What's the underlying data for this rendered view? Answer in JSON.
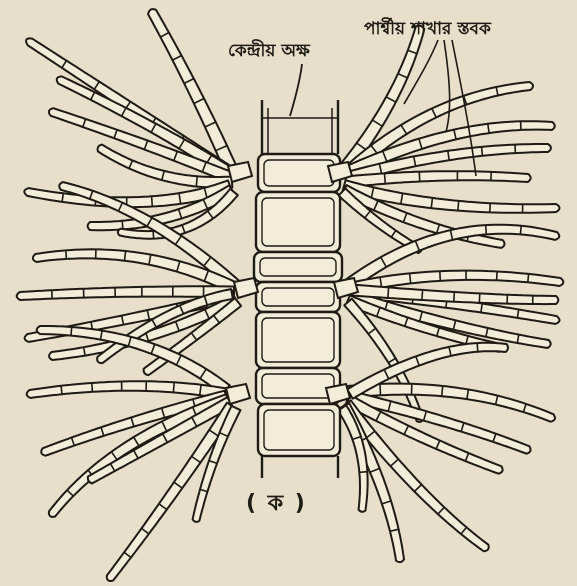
{
  "figure": {
    "central_axis_label": "কেন্দ্রীয় অক্ষ",
    "lateral_branch_label": "পার্শ্বীয় শাখার স্তবক",
    "caption": "( ক )"
  },
  "colors": {
    "paper": "#e7dfca",
    "ink": "#1e1a14",
    "cell_fill": "#f3ecd9"
  }
}
